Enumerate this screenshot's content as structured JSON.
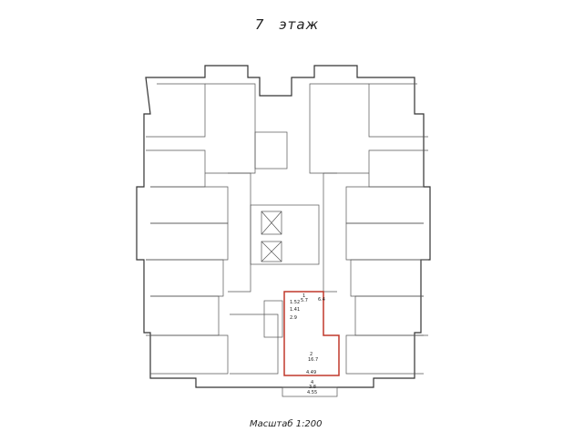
{
  "header": {
    "floor_number": "7",
    "floor_word": "этаж"
  },
  "footer": {
    "scale": "Масштаб 1:200"
  },
  "highlight": {
    "color": "#c0392b"
  },
  "apartment_labels": {
    "room1": "1",
    "room1_area": "5.7",
    "dim1": "6.4",
    "dim2": "1.52",
    "room3": "1.41",
    "room3_area": "2.9",
    "room2": "2",
    "room2_area": "16.7",
    "dim3": "4.49",
    "balcony": "4",
    "balcony_area": "3.8",
    "dim4": "4.55"
  }
}
